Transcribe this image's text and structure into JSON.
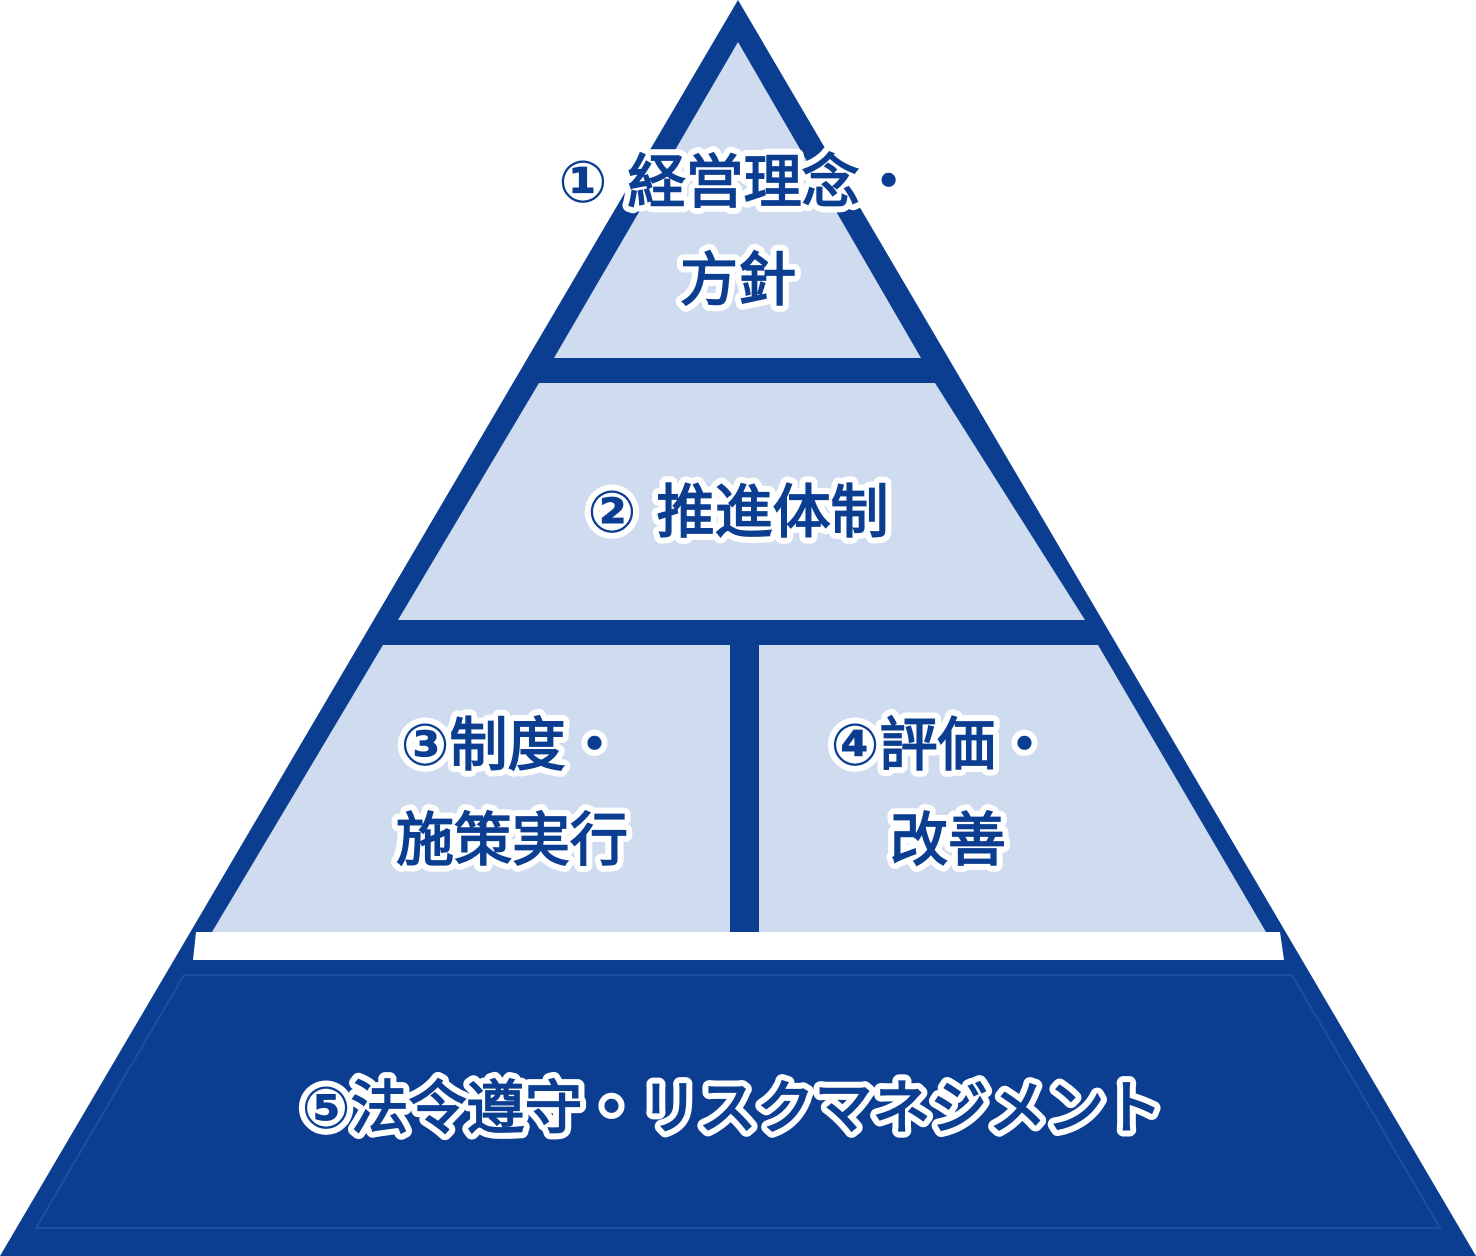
{
  "colors": {
    "outline": "#0b3d91",
    "tier_fill": "#cfdcef",
    "base_fill": "#0b3d91",
    "separator": "#ffffff",
    "label_text": "#0b3d91",
    "label_halo": "#ffffff"
  },
  "tiers": [
    {
      "id": "tier-1",
      "lines": [
        "① 経営理念・",
        "方針"
      ]
    },
    {
      "id": "tier-2",
      "lines": [
        "② 推進体制"
      ]
    },
    {
      "id": "tier-3",
      "lines": [
        "③制度・",
        "施策実行"
      ]
    },
    {
      "id": "tier-4",
      "lines": [
        "④評価・",
        "改善"
      ]
    },
    {
      "id": "tier-5",
      "lines": [
        "⑤法令遵守・リスクマネジメント"
      ]
    }
  ]
}
